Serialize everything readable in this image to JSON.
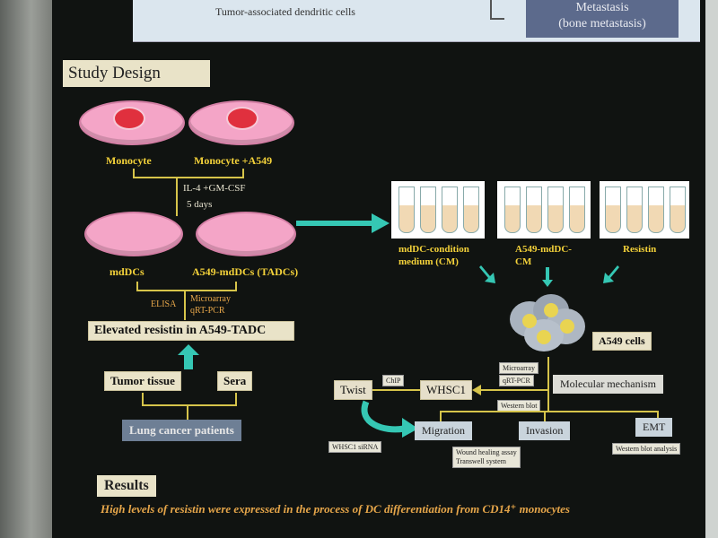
{
  "header": {
    "subtitle": "Tumor-associated dendritic cells",
    "metastasis_line1": "Metastasis",
    "metastasis_line2": "(bone metastasis)"
  },
  "study": {
    "title": "Study Design",
    "dish_monocyte": "Monocyte",
    "dish_monocyte_a549": "Monocyte +A549",
    "treatment_1": "IL-4 +GM-CSF",
    "treatment_2": "5 days",
    "dish_mddcs": "mdDCs",
    "dish_tadcs": "A549-mdDCs (TADCs)",
    "elisa": "ELISA",
    "microarray": "Microarray",
    "qrtpcr": "qRT-PCR",
    "elevated": "Elevated resistin in A549-TADC",
    "tumor_tissue": "Tumor tissue",
    "sera": "Sera",
    "lung_patients": "Lung cancer patients"
  },
  "media": {
    "cm_line1": "mdDC-condition",
    "cm_line2": "medium (CM)",
    "a549_cm_line1": "A549-mdDC-",
    "a549_cm_line2": "CM",
    "resistin": "Resistin",
    "a549_cells": "A549 cells"
  },
  "mechanism": {
    "molecular": "Molecular mechanism",
    "microarray_tag": "Microarray",
    "qrtpcr_tag": "qRT-PCR",
    "western_tag": "Western blot",
    "chip_tag": "ChIP",
    "twist": "Twist",
    "whsc1": "WHSC1",
    "whsc1_sirna": "WHSC1 siRNA",
    "migration": "Migration",
    "invasion": "Invasion",
    "emt": "EMT",
    "wound_1": "Wound healing assay",
    "wound_2": "Transwell system",
    "western_analysis": "Western blot analysis"
  },
  "results": {
    "title": "Results",
    "text": "High levels of resistin were expressed in the process of DC differentiation from CD14⁺ monocytes"
  },
  "colors": {
    "board": "#101311",
    "yellow": "#f4d23a",
    "arrow": "#35c7b4",
    "dish": "#f4a5c7"
  }
}
